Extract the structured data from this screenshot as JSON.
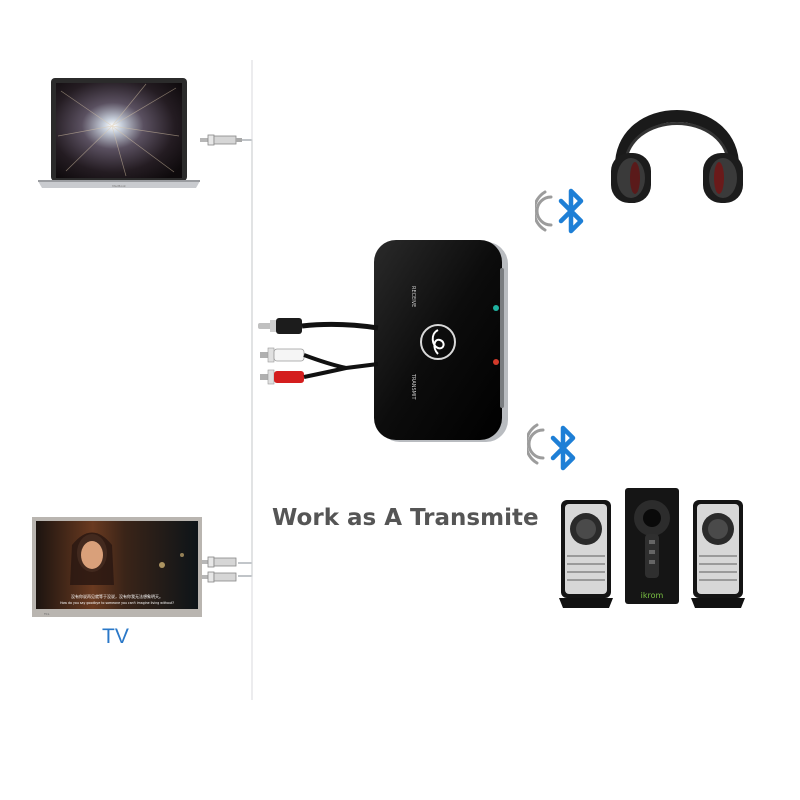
{
  "caption": "Work as A Transmite",
  "tv_label": "TV",
  "device": {
    "receive_label": "RECEIVE",
    "transmit_label": "TRANSMIT"
  },
  "tv_subtitle": {
    "line1": "没有你说再见就等于没说，没有你我无法想象明天。",
    "line2": "How do you say goodbye to someone you can't imagine living without?"
  },
  "tv_brand": "TCL",
  "laptop_brand": "MacBook",
  "speaker_brand": "ikrom",
  "icons": {
    "bluetooth_top": "bluetooth-icon",
    "bluetooth_bottom": "bluetooth-icon"
  },
  "colors": {
    "bluetooth": "#1e7fd6",
    "tv_label": "#2a78c8",
    "caption": "#555555",
    "device_body": "#0c0c0c"
  }
}
